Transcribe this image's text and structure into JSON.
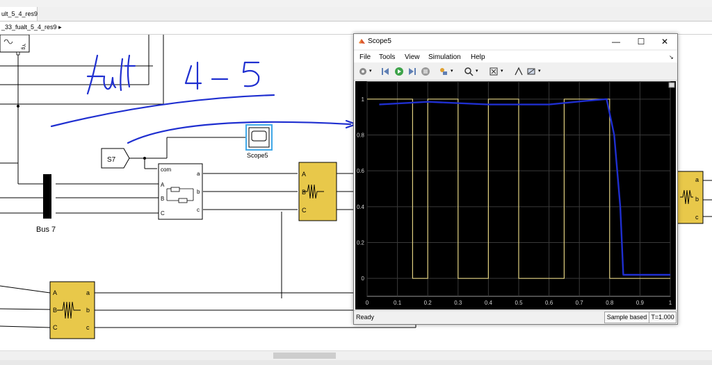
{
  "model": {
    "tab_label": "ult_5_4_res9",
    "breadcrumb": "_33_fualt_5_4_res9 ▸"
  },
  "diagram": {
    "goto_label": "S7",
    "bus_label": "Bus 7",
    "scope_block_label": "Scope5",
    "fault_block_label": "com",
    "fault_ports_in": [
      "A",
      "B",
      "C"
    ],
    "fault_ports_out": [
      "a",
      "b",
      "c"
    ],
    "load_ports_in": [
      "A",
      "B",
      "C"
    ],
    "load_ports_out": [
      "a",
      "b",
      "c"
    ],
    "block_color": "#e8c84a",
    "annotation_color": "#1f2fd0"
  },
  "scope": {
    "title": "Scope5",
    "menu": [
      "File",
      "Tools",
      "View",
      "Simulation",
      "Help"
    ],
    "status": "Ready",
    "mode": "Sample based",
    "time": "T=1.000"
  },
  "chart_data": {
    "type": "line",
    "x_ticks": [
      "0",
      "0.1",
      "0.2",
      "0.3",
      "0.4",
      "0.5",
      "0.6",
      "0.7",
      "0.8",
      "0.9",
      "1"
    ],
    "y_ticks": [
      "0",
      "0.2",
      "0.4",
      "0.6",
      "0.8",
      "1"
    ],
    "xlim": [
      0,
      1
    ],
    "ylim": [
      -0.1,
      1.1
    ],
    "grid": true,
    "series": [
      {
        "color": "#e0d080",
        "x": [
          0,
          0.15,
          0.15,
          0.2,
          0.2,
          0.3,
          0.3,
          0.4,
          0.4,
          0.5,
          0.5,
          0.65,
          0.65,
          0.8,
          0.8,
          1
        ],
        "y": [
          1,
          1,
          0,
          0,
          1,
          1,
          0,
          0,
          1,
          1,
          0,
          0,
          1,
          1,
          0,
          0
        ]
      },
      {
        "color": "#1f2fd0",
        "x": [
          0.04,
          0.2,
          0.4,
          0.6,
          0.72,
          0.79,
          0.815,
          0.835,
          0.845,
          1
        ],
        "y": [
          0.97,
          0.985,
          0.97,
          0.97,
          0.99,
          1.0,
          0.8,
          0.4,
          0.02,
          0.02
        ]
      }
    ]
  }
}
